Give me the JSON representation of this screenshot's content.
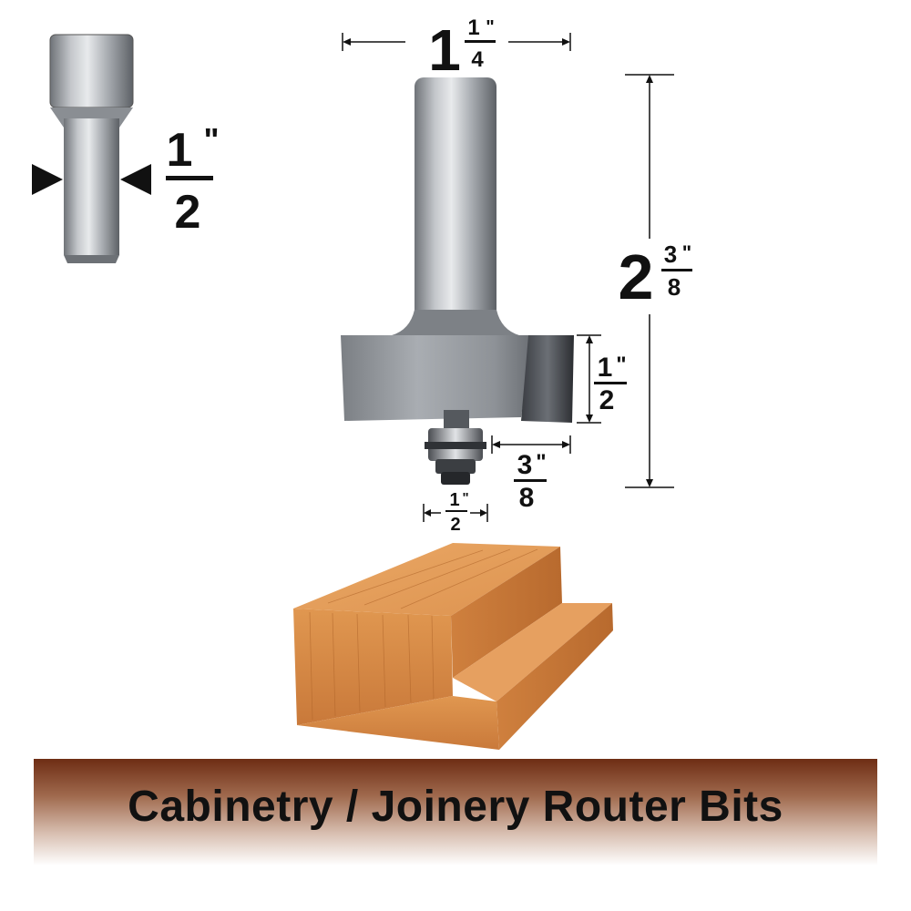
{
  "caption": "Cabinetry / Joinery Router Bits",
  "shank_diameter": {
    "whole": "1",
    "inch_mark": "\"",
    "denominator": "2"
  },
  "dimensions": {
    "cutting_diameter": {
      "whole": "1",
      "numerator": "1",
      "inch_mark": "\"",
      "denominator": "4"
    },
    "overall_length": {
      "whole": "2",
      "numerator": "3",
      "inch_mark": "\"",
      "denominator": "8"
    },
    "cutting_length": {
      "numerator": "1",
      "inch_mark": "\"",
      "denominator": "2"
    },
    "rabbet_depth": {
      "numerator": "3",
      "inch_mark": "\"",
      "denominator": "8"
    },
    "bearing_diameter": {
      "numerator": "1",
      "inch_mark": "\"",
      "denominator": "2"
    }
  },
  "colors": {
    "footer_top": "#6e2d14",
    "wood_top": "#e9a25c",
    "wood_front": "#d98a45",
    "steel": "#9a9ea3"
  }
}
